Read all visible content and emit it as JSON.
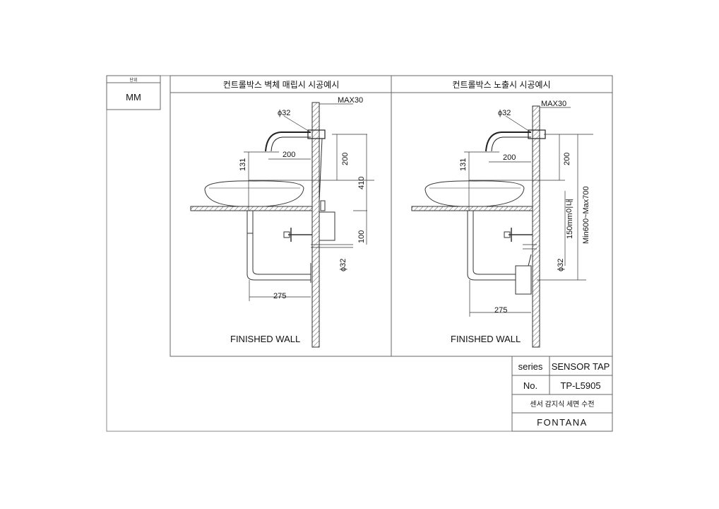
{
  "unit_box": {
    "label": "단위",
    "value": "MM"
  },
  "panel_left": {
    "title": "컨트롤박스 벽체 매립시 시공예시",
    "max_label": "MAX30",
    "pipe_dia_top": "ϕ32",
    "spout_reach": "200",
    "spout_height": "200",
    "basin_height": "131",
    "total_height": "410",
    "box_offset": "100",
    "pipe_dia_bottom": "ϕ32",
    "trap_depth": "275",
    "wall_label": "FINISHED WALL"
  },
  "panel_right": {
    "title": "컨트롤박스 노출시 시공예시",
    "max_label": "MAX30",
    "pipe_dia_top": "ϕ32",
    "spout_reach": "200",
    "spout_height": "200",
    "basin_height": "131",
    "cable_length": "150mm이내",
    "range": "Min600~Max700",
    "pipe_dia_bottom": "ϕ32",
    "trap_depth": "275",
    "wall_label": "FINISHED WALL"
  },
  "title_block": {
    "series_label": "series",
    "series_value": "SENSOR TAP",
    "no_label": "No.",
    "no_value": "TP-L5905",
    "description": "센서 감지식 세면 수전",
    "brand": "FONTANA"
  }
}
